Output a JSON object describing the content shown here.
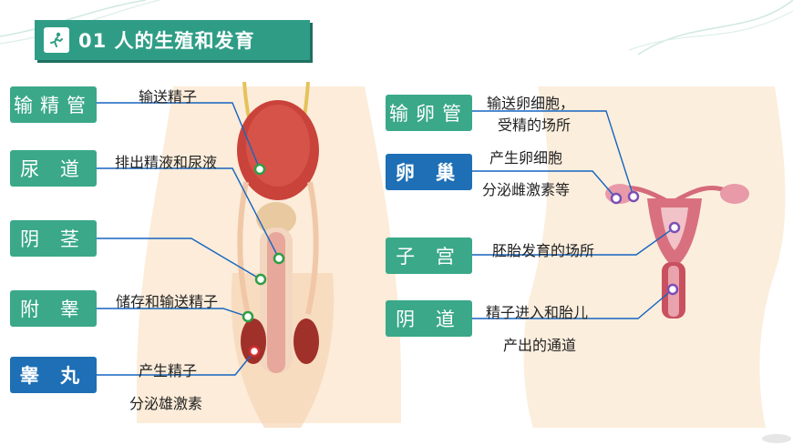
{
  "title": {
    "text": "01 人的生殖和发育"
  },
  "colors": {
    "green_tag": "#3aa889",
    "blue_tag": "#1e6fb5",
    "leader_line": "#1565c0",
    "dot_green": "#2e9e44",
    "dot_purple": "#7b4fb5",
    "dot_red": "#d32f2f"
  },
  "male": {
    "tags": [
      {
        "label": "输精管",
        "style": "green"
      },
      {
        "label": "尿 道",
        "style": "green"
      },
      {
        "label": "阴 茎",
        "style": "green"
      },
      {
        "label": "附 睾",
        "style": "green"
      },
      {
        "label": "睾 丸",
        "style": "blue"
      }
    ],
    "notes": {
      "vas_deferens": "输送精子",
      "urethra": "排出精液和尿液",
      "epididymis": "储存和输送精子",
      "testis_1": "产生精子",
      "testis_2": "分泌雄激素"
    }
  },
  "female": {
    "tags": [
      {
        "label": "输卵管",
        "style": "green"
      },
      {
        "label": "卵 巢",
        "style": "blue"
      },
      {
        "label": "子 宫",
        "style": "green"
      },
      {
        "label": "阴 道",
        "style": "green"
      }
    ],
    "notes": {
      "oviduct_1": "输送卵细胞，",
      "oviduct_2": "受精的场所",
      "ovary_1": "产生卵细胞",
      "ovary_2": "分泌雌激素等",
      "uterus": "胚胎发育的场所",
      "vagina_1": "精子进入和胎儿",
      "vagina_2": "产出的通道"
    }
  }
}
